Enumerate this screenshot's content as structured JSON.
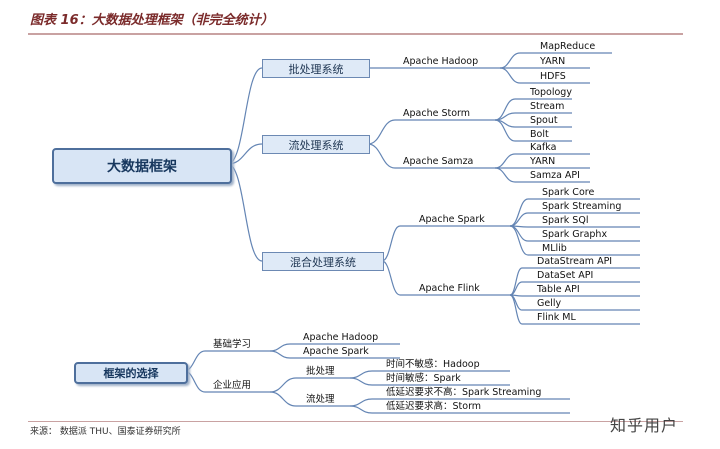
{
  "header": {
    "title": "图表 16：大数据处理框架（非完全统计）",
    "source": "来源： 数据派 THU、国泰证券研究所",
    "watermark": "知乎用户"
  },
  "tree1": {
    "root": "大数据框架",
    "batch": {
      "label": "批处理系统",
      "tool": "Apache Hadoop",
      "leaves": [
        "MapReduce",
        "YARN",
        "HDFS"
      ]
    },
    "stream": {
      "label": "流处理系统",
      "storm": {
        "tool": "Apache Storm",
        "leaves": [
          "Topology",
          "Stream",
          "Spout",
          "Bolt"
        ]
      },
      "samza": {
        "tool": "Apache Samza",
        "leaves": [
          "Kafka",
          "YARN",
          "Samza API"
        ]
      }
    },
    "hybrid": {
      "label": "混合处理系统",
      "spark": {
        "tool": "Apache Spark",
        "leaves": [
          "Spark Core",
          "Spark Streaming",
          "Spark SQl",
          "Spark Graphx",
          "MLlib"
        ]
      },
      "flink": {
        "tool": "Apache Flink",
        "leaves": [
          "DataStream API",
          "DataSet API",
          "Table API",
          "Gelly",
          "Flink ML"
        ]
      }
    }
  },
  "tree2": {
    "root": "框架的选择",
    "learn": {
      "label": "基础学习",
      "leaves": [
        "Apache Hadoop",
        "Apache Spark"
      ]
    },
    "enterprise": {
      "label": "企业应用",
      "batch": {
        "label": "批处理",
        "leaves": [
          "时间不敏感：Hadoop",
          "时间敏感：Spark"
        ]
      },
      "stream": {
        "label": "流处理",
        "leaves": [
          "低延迟要求不高：Spark Streaming",
          "低延迟要求高：Storm"
        ]
      }
    }
  }
}
